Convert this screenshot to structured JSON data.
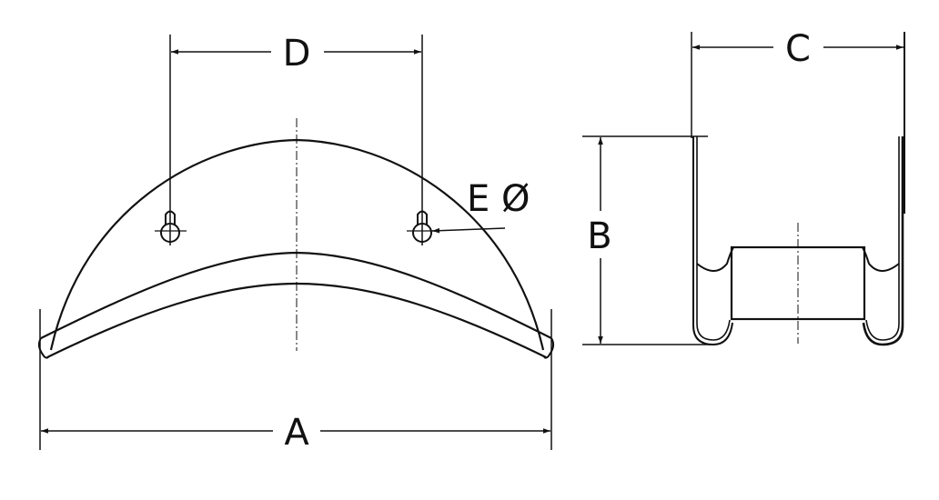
{
  "drawing": {
    "labels": {
      "a": "A",
      "b": "B",
      "c": "C",
      "d": "D",
      "e": "E Ø"
    },
    "line_color": "#111111",
    "background": "#ffffff"
  }
}
